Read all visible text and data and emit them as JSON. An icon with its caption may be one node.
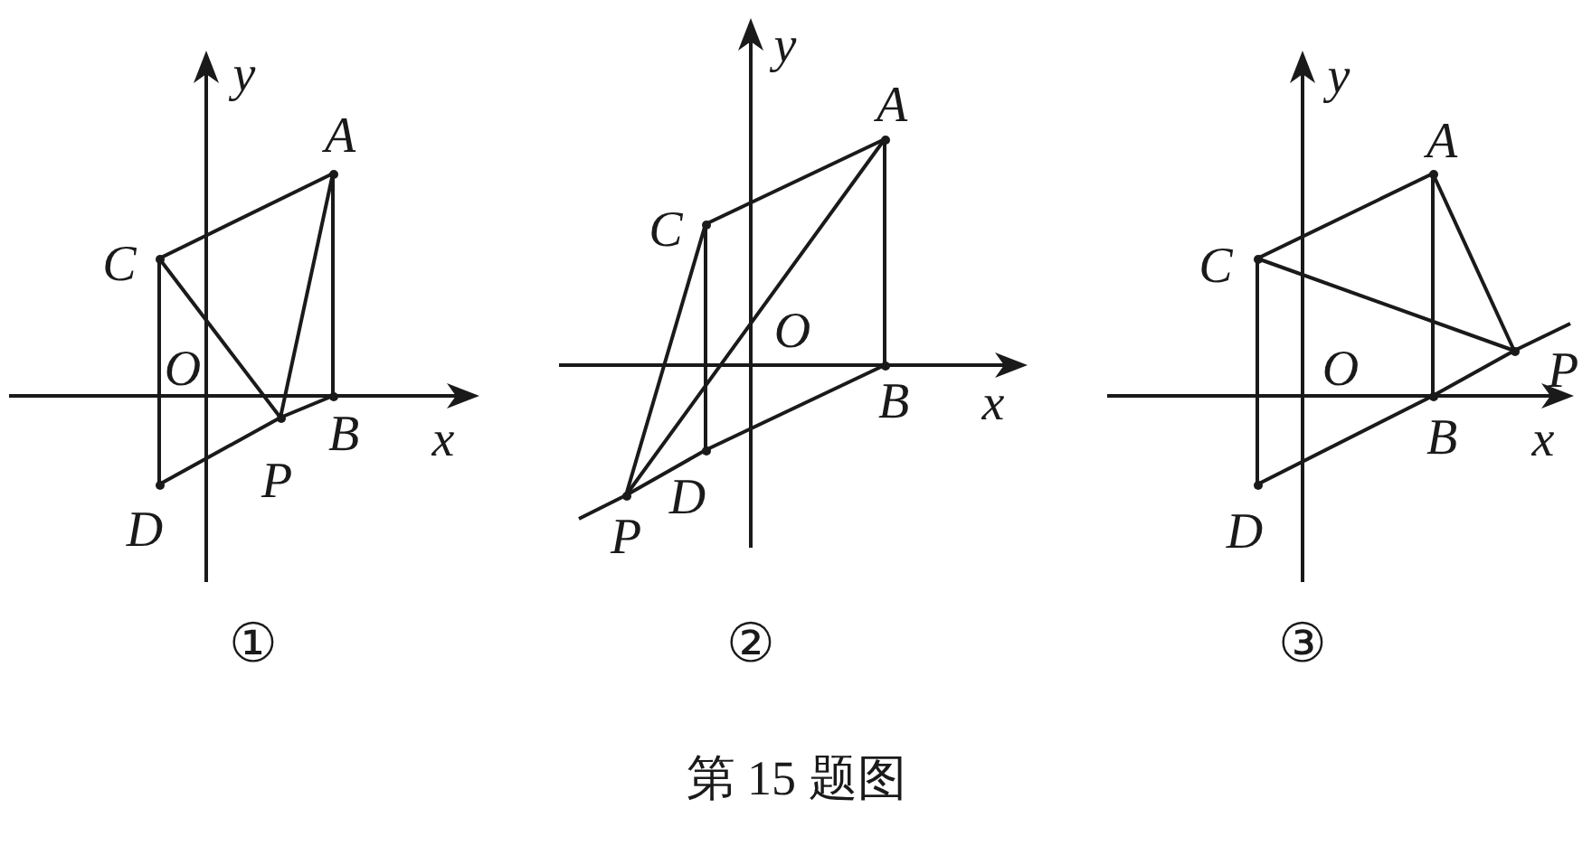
{
  "diagram": {
    "caption": "第 15 题图",
    "nodes": [
      {
        "text": [],
        "shape": "point",
        "beside": [
          "A"
        ]
      },
      {
        "text": [],
        "shape": "point",
        "beside": [
          "B"
        ]
      },
      {
        "text": [],
        "shape": "point",
        "beside": [
          "C"
        ]
      },
      {
        "text": [],
        "shape": "point",
        "beside": [
          "D"
        ]
      },
      {
        "text": [],
        "shape": "point",
        "beside": [
          "P"
        ]
      },
      {
        "text": [],
        "shape": "point",
        "beside": [
          "A"
        ]
      },
      {
        "text": [],
        "shape": "point",
        "beside": [
          "B"
        ]
      },
      {
        "text": [],
        "shape": "point",
        "beside": [
          "C"
        ]
      },
      {
        "text": [],
        "shape": "point",
        "beside": [
          "D"
        ]
      },
      {
        "text": [],
        "shape": "point",
        "beside": [
          "P"
        ]
      },
      {
        "text": [],
        "shape": "point",
        "beside": [
          "A"
        ]
      },
      {
        "text": [],
        "shape": "point",
        "beside": [
          "B"
        ]
      },
      {
        "text": [],
        "shape": "point",
        "beside": [
          "C"
        ]
      },
      {
        "text": [],
        "shape": "point",
        "beside": [
          "D"
        ]
      },
      {
        "text": [],
        "shape": "point",
        "beside": [
          "P"
        ]
      }
    ],
    "edges": [
      {
        "from": 2,
        "to": 0,
        "arrow": "none"
      },
      {
        "from": 0,
        "to": 1,
        "arrow": "none"
      },
      {
        "from": 2,
        "to": 3,
        "arrow": "none"
      },
      {
        "from": 3,
        "to": 4,
        "arrow": "none"
      },
      {
        "from": 4,
        "to": 1,
        "arrow": "none"
      },
      {
        "from": 2,
        "to": 4,
        "arrow": "none"
      },
      {
        "from": 0,
        "to": 4,
        "arrow": "none"
      },
      {
        "from": 7,
        "to": 5,
        "arrow": "none"
      },
      {
        "from": 5,
        "to": 6,
        "arrow": "none"
      },
      {
        "from": 7,
        "to": 8,
        "arrow": "none"
      },
      {
        "from": 6,
        "to": 8,
        "arrow": "none"
      },
      {
        "from": 8,
        "to": 9,
        "arrow": "none"
      },
      {
        "from": 9,
        "to": null,
        "arrow": "none"
      },
      {
        "from": 7,
        "to": 9,
        "arrow": "none"
      },
      {
        "from": 5,
        "to": 9,
        "arrow": "none"
      },
      {
        "from": 12,
        "to": 10,
        "arrow": "none"
      },
      {
        "from": 10,
        "to": 11,
        "arrow": "none"
      },
      {
        "from": 12,
        "to": 13,
        "arrow": "none"
      },
      {
        "from": 13,
        "to": 11,
        "arrow": "none"
      },
      {
        "from": 11,
        "to": 14,
        "arrow": "none"
      },
      {
        "from": 14,
        "to": null,
        "arrow": "none"
      },
      {
        "from": 12,
        "to": 14,
        "arrow": "none"
      },
      {
        "from": 10,
        "to": 14,
        "arrow": "none"
      }
    ],
    "labels": [
      "y",
      "O",
      "x",
      "y",
      "O",
      "x",
      "y",
      "O",
      "x",
      "①",
      "②",
      "③"
    ]
  }
}
